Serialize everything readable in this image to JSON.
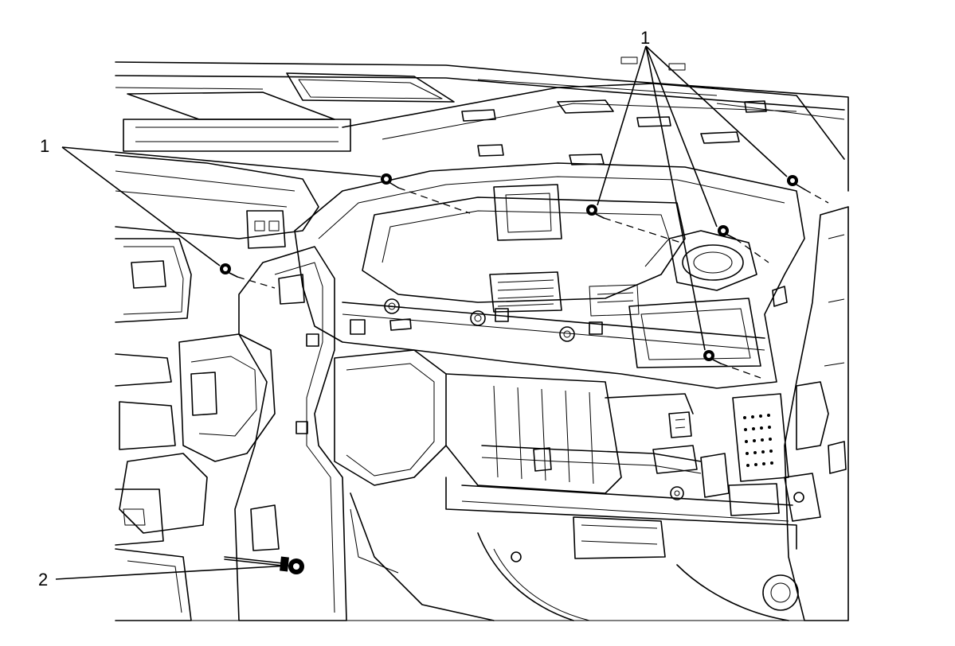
{
  "callouts": {
    "top_right": "1",
    "left": "1",
    "bottom_left": "2"
  },
  "colors": {
    "line": "#000000",
    "background": "#ffffff"
  }
}
